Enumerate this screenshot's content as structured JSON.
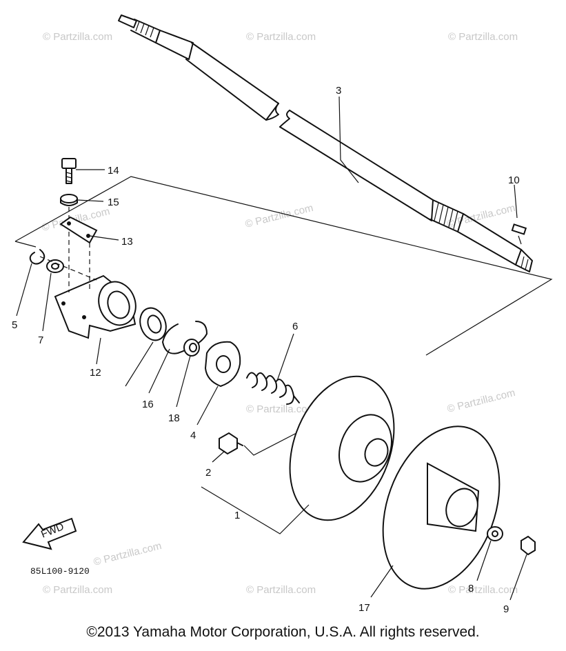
{
  "watermark": "© Partzilla.com",
  "drawing_code": "85L100-9120",
  "fwd_label": "FWD",
  "copyright": "©2013 Yamaha Motor Corporation, U.S.A. All rights reserved.",
  "callouts": {
    "c1": "1",
    "c2": "2",
    "c3": "3",
    "c4": "4",
    "c5": "5",
    "c6": "6",
    "c7": "7",
    "c8": "8",
    "c9": "9",
    "c10": "10",
    "c12": "12",
    "c13": "13",
    "c14": "14",
    "c15": "15",
    "c16": "16",
    "c17": "17",
    "c18": "18"
  }
}
